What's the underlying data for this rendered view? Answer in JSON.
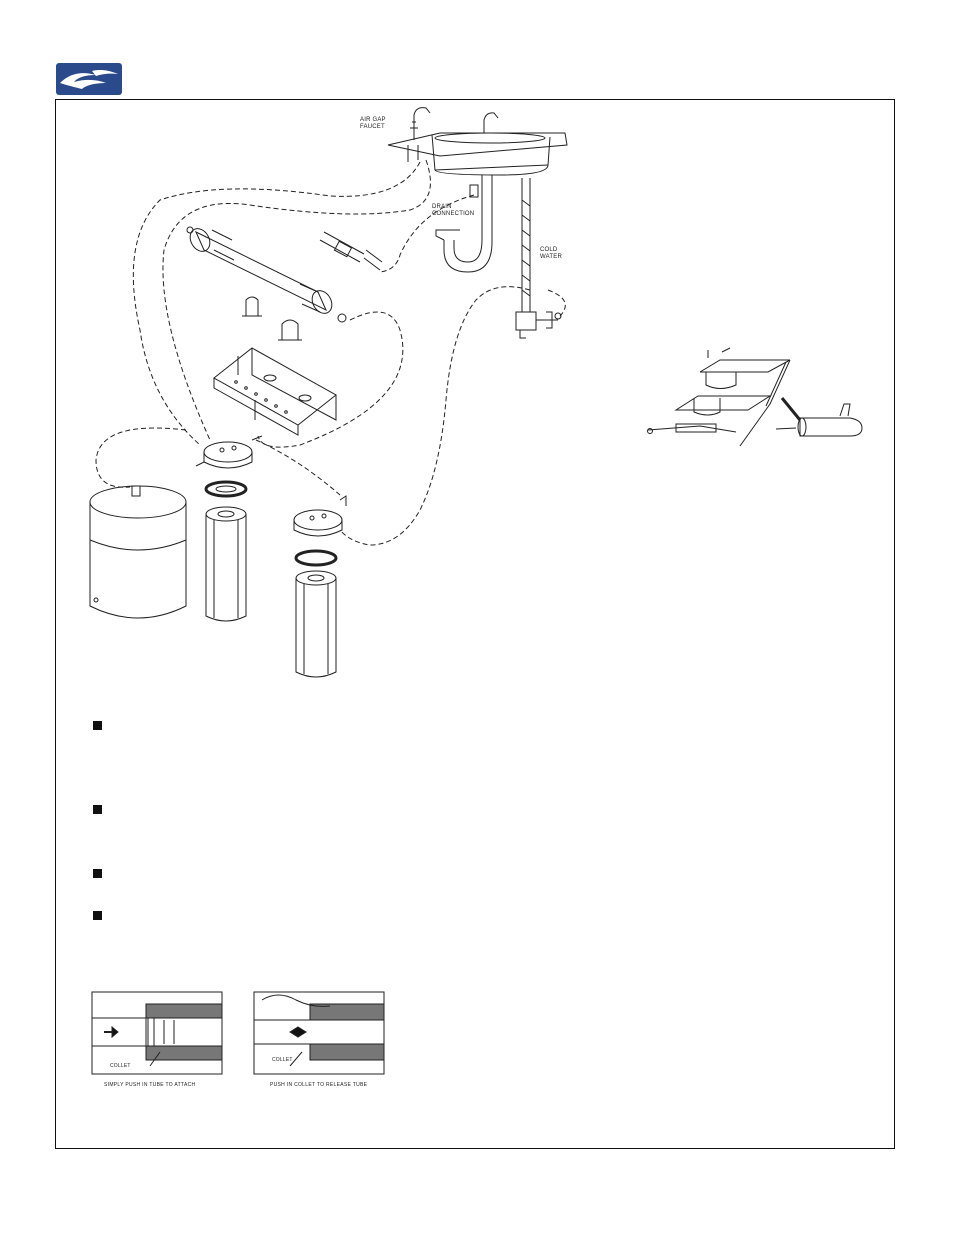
{
  "labels": {
    "air_gap_faucet": [
      "AIR GAP",
      "FAUCET"
    ],
    "drain_connection": [
      "DRAIN",
      "CONNECTION"
    ],
    "cold_water": [
      "COLD",
      "WATER"
    ],
    "collet_left": "COLLET",
    "collet_right": "COLLET"
  },
  "captions": {
    "attach": "SIMPLY PUSH IN TUBE TO ATTACH",
    "release": "PUSH IN COLLET TO RELEASE TUBE"
  },
  "bullets": [
    {
      "id": "bullet-1"
    },
    {
      "id": "bullet-2"
    },
    {
      "id": "bullet-3"
    },
    {
      "id": "bullet-4"
    }
  ],
  "colors": {
    "logo": "#2b4a8b",
    "line": "#222222",
    "frame": "#111111"
  }
}
